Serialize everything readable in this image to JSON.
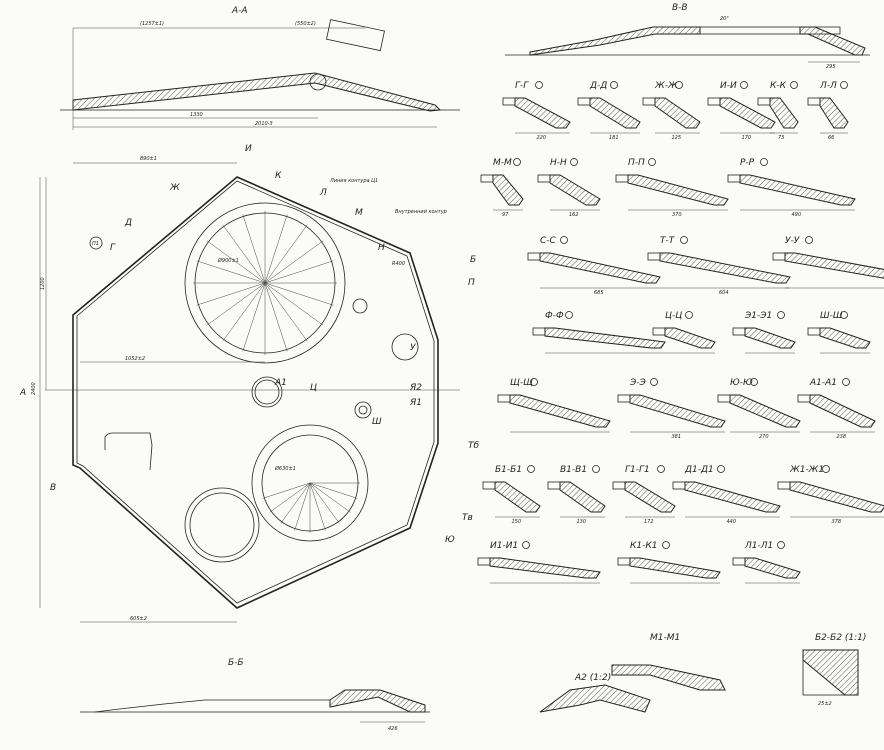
{
  "title": "Engineering drawing — plate with sections",
  "sections": {
    "aa": "А-А",
    "bb": "Б-Б",
    "vv": "В-В",
    "row1": [
      "Г-Г",
      "Д-Д",
      "Ж-Ж",
      "И-И",
      "К-К",
      "Л-Л"
    ],
    "row1_dims": [
      "220",
      "181",
      "125",
      "170",
      "73",
      "66"
    ],
    "row2": [
      "М-М",
      "Н-Н",
      "П-П",
      "Р-Р"
    ],
    "row2_dims": [
      "97",
      "162",
      "370",
      "490"
    ],
    "row3": [
      "С-С",
      "Т-Т",
      "У-У"
    ],
    "row3_dims": [
      "685",
      "604",
      ""
    ],
    "row4": [
      "Ф-Ф",
      "Ц-Ц",
      "Э1-Э1",
      "Ш-Ш"
    ],
    "row5": [
      "Щ-Щ",
      "Э-Э",
      "Ю-Ю",
      "А1-А1"
    ],
    "row5_dims": [
      "",
      "381",
      "270",
      "238"
    ],
    "row6": [
      "Б1-Б1",
      "В1-В1",
      "Г1-Г1",
      "Д1-Д1",
      "Ж1-Ж1"
    ],
    "row6_dims": [
      "150",
      "130",
      "172",
      "440",
      "378"
    ],
    "row7": [
      "И1-И1",
      "К1-К1",
      "Л1-Л1"
    ],
    "row8": [
      "М1-М1",
      "Б2-Б2 (1:1)",
      "А2 (1:2)"
    ]
  },
  "dimensions": {
    "aa_total": "2010-3",
    "aa_part": "1330",
    "aa_top1": "(1257±1)",
    "aa_top2": "(550±2)",
    "vv_dim": "295",
    "vv_angle": "20°",
    "plan_top": "890±1",
    "plan_height": "2400",
    "plan_h2": "1200",
    "plan_bottom": "605±2",
    "plan_mid": "1052±2",
    "r400": "R400",
    "circle_top": "Ø900±1",
    "circle_bottom": "Ø630±1",
    "bb_dim": "426",
    "b2_dim": "25±2"
  },
  "plan_labels": [
    "А",
    "Б",
    "В",
    "Г",
    "Д",
    "Ж",
    "И",
    "К",
    "Л",
    "М",
    "Н",
    "П",
    "Тб",
    "Тв",
    "Ю",
    "А1",
    "Ш",
    "Ц",
    "У",
    "Я1",
    "Я2"
  ],
  "notes": {
    "outer_contour": "Линия контура Ц1",
    "inner_contour": "Внутренний контур",
    "callout": "П1"
  }
}
